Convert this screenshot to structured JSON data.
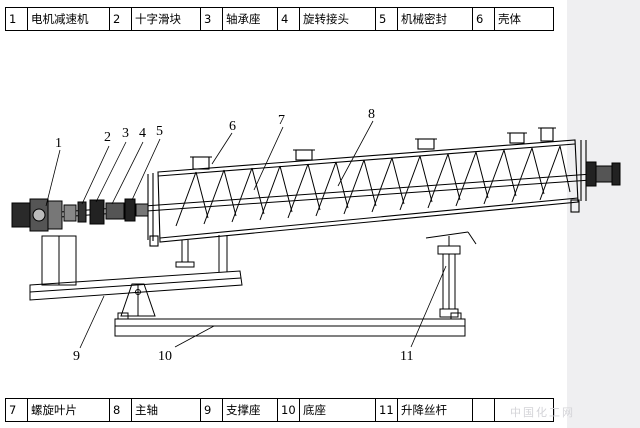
{
  "legend_top": [
    {
      "num": "1",
      "name": "电机减速机"
    },
    {
      "num": "2",
      "name": "十字滑块"
    },
    {
      "num": "3",
      "name": "轴承座"
    },
    {
      "num": "4",
      "name": "旋转接头"
    },
    {
      "num": "5",
      "name": "机械密封"
    },
    {
      "num": "6",
      "name": "壳体"
    }
  ],
  "legend_bottom": [
    {
      "num": "7",
      "name": "螺旋叶片"
    },
    {
      "num": "8",
      "name": "主轴"
    },
    {
      "num": "9",
      "name": "支撑座"
    },
    {
      "num": "10",
      "name": "底座"
    },
    {
      "num": "11",
      "name": "升降丝杆"
    },
    {
      "num": "",
      "name": ""
    }
  ],
  "callouts": [
    "1",
    "2",
    "3",
    "4",
    "5",
    "6",
    "7",
    "8",
    "9",
    "10",
    "11"
  ],
  "watermark": "中国化工网"
}
